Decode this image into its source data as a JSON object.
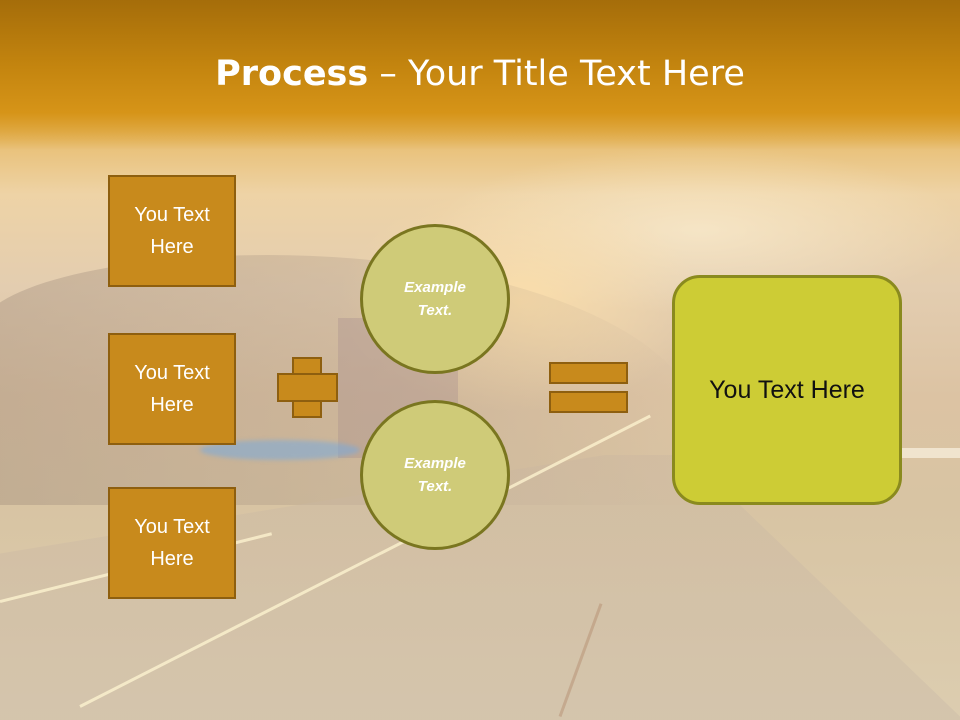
{
  "slide": {
    "title_bold": "Process",
    "title_rest": " – Your Title Text Here"
  },
  "boxes": [
    {
      "label": "You Text Here"
    },
    {
      "label": "You Text Here"
    },
    {
      "label": "You Text Here"
    }
  ],
  "circles": [
    {
      "label": "Example Text."
    },
    {
      "label": "Example Text."
    }
  ],
  "result": {
    "label": "You Text Here"
  },
  "colors": {
    "title_band": "#c4850f",
    "box_fill": "#c88a1c",
    "box_border": "#8e5f0f",
    "circle_fill": "#cfcb78",
    "circle_border": "#7a7620",
    "result_fill": "#cdcc35",
    "result_border": "#8a8a1e"
  },
  "icons": [
    "plus-icon",
    "equals-icon"
  ]
}
